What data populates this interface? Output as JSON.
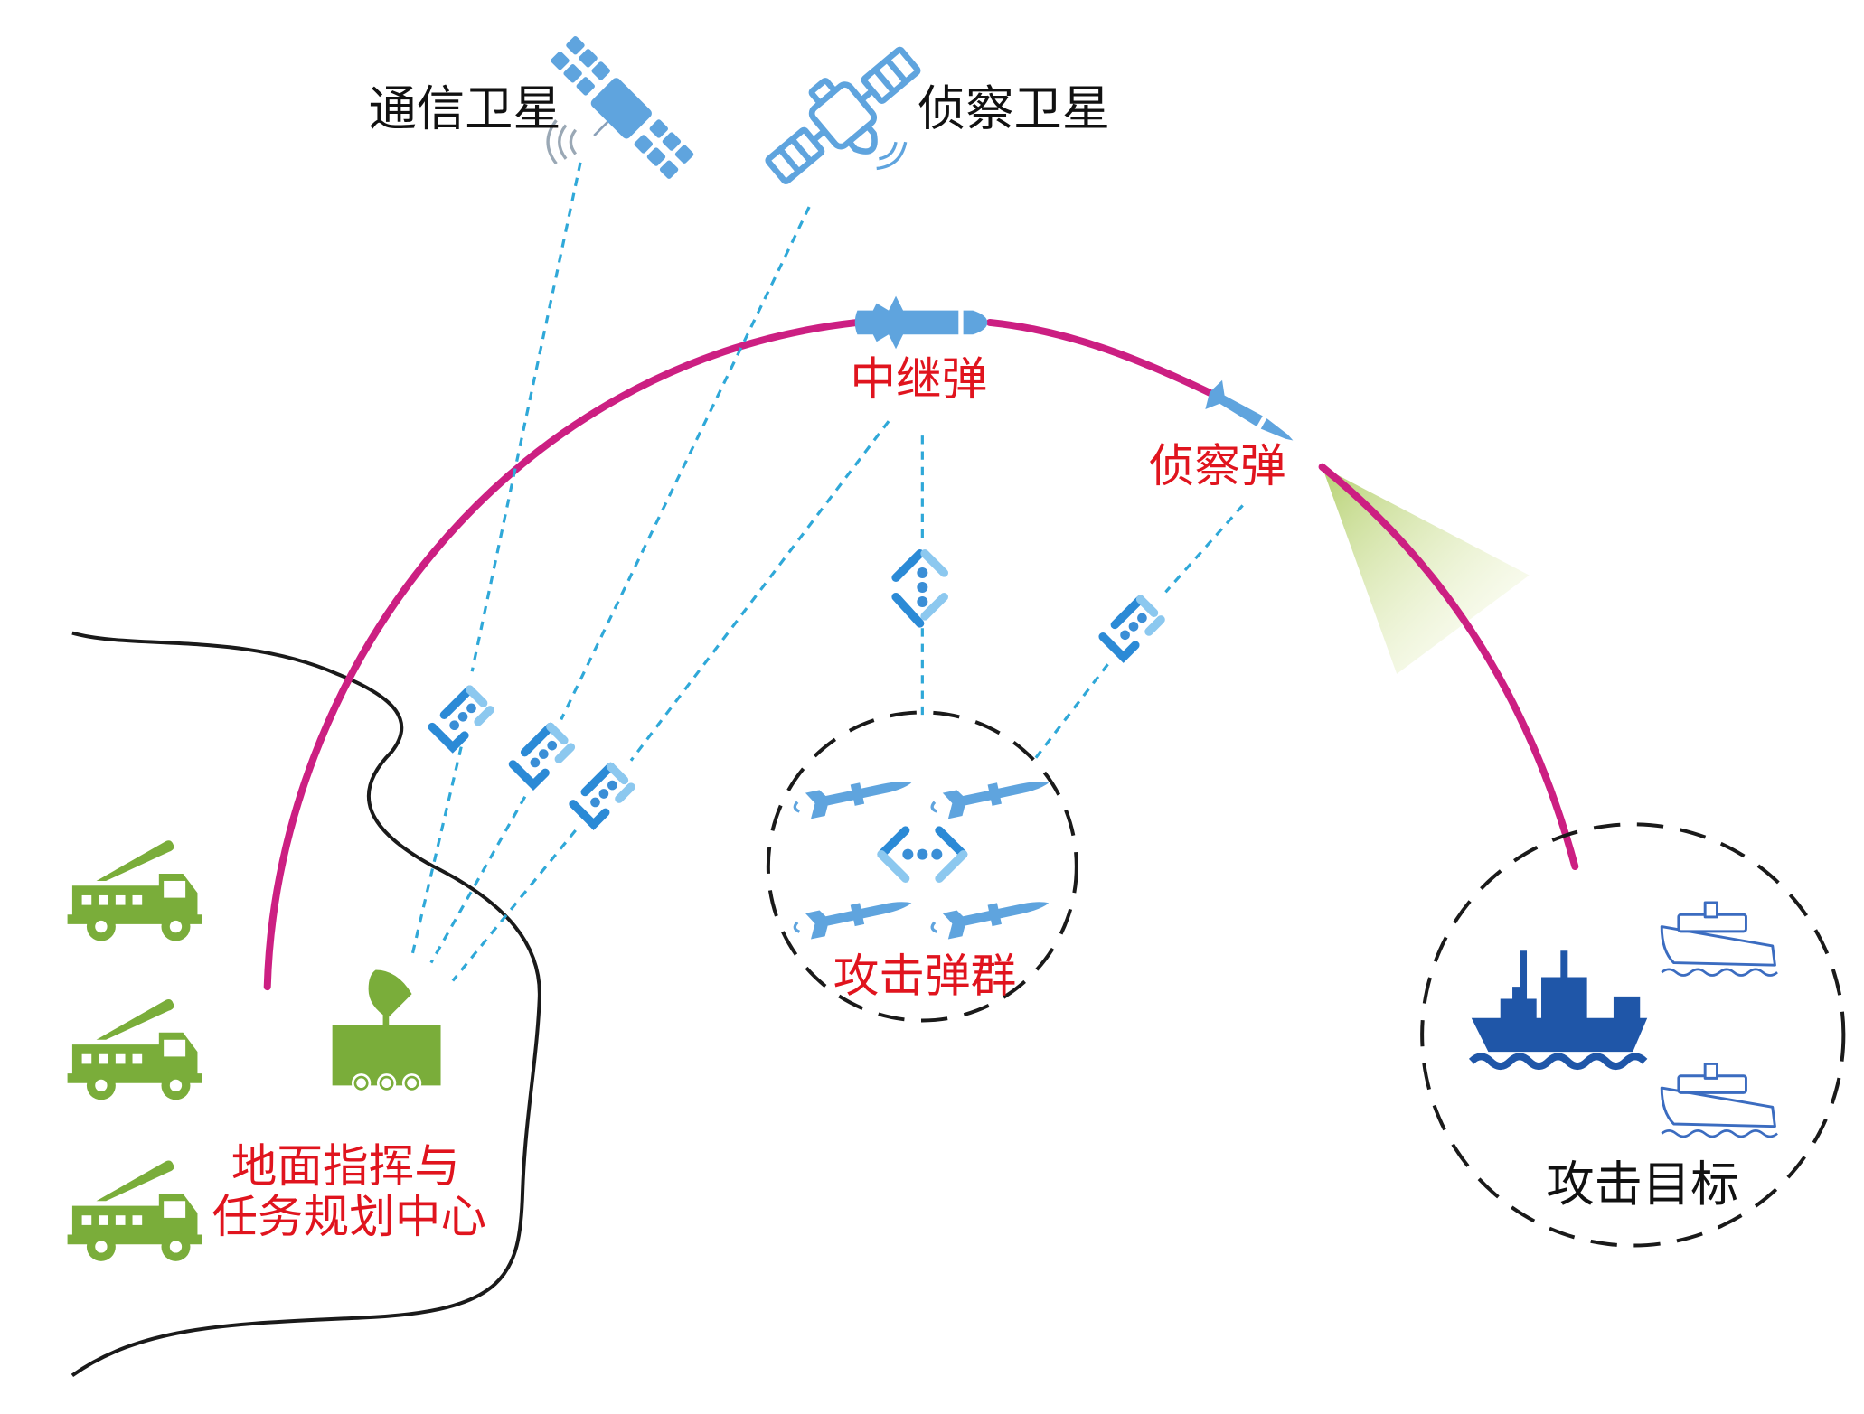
{
  "diagram": {
    "title": "",
    "labels": {
      "comm_satellite": "通信卫星",
      "recon_satellite": "侦察卫星",
      "relay_missile": "中继弹",
      "recon_missile": "侦察弹",
      "attack_swarm": "攻击弹群",
      "attack_target": "攻击目标",
      "ground_center_line1": "地面指挥与",
      "ground_center_line2": "任务规划中心"
    },
    "colors": {
      "label_black": "#111111",
      "label_red": "#e0141e",
      "trajectory": "#cc1f82",
      "datalink": "#2fa8d8",
      "icon_blue": "#5fa4de",
      "relay_node_dark": "#2b8ad6",
      "relay_node_light": "#8cc8ef",
      "ground_green": "#7aad3a",
      "target_ship": "#1f56a8",
      "sensor_cone": "#c7dc8a"
    },
    "nodes": [
      {
        "id": "comm_satellite",
        "icon": "satellite-icon",
        "label_key": "comm_satellite"
      },
      {
        "id": "recon_satellite",
        "icon": "satellite-outline-icon",
        "label_key": "recon_satellite"
      },
      {
        "id": "relay_missile",
        "icon": "cruise-missile-icon",
        "label_key": "relay_missile"
      },
      {
        "id": "recon_missile",
        "icon": "cruise-missile-icon",
        "label_key": "recon_missile"
      },
      {
        "id": "attack_swarm",
        "icon": "missile-swarm-icon",
        "count": 4,
        "label_key": "attack_swarm"
      },
      {
        "id": "attack_target",
        "icon": "ship-icon",
        "count": 3,
        "label_key": "attack_target"
      },
      {
        "id": "ground_center",
        "icon": "radar-vehicle-icon",
        "label_key": "ground_center_line1"
      },
      {
        "id": "launchers",
        "icon": "launcher-truck-icon",
        "count": 3
      }
    ],
    "links": [
      {
        "from": "comm_satellite",
        "to": "ground_center",
        "style": "dashed"
      },
      {
        "from": "recon_satellite",
        "to": "ground_center",
        "style": "dashed"
      },
      {
        "from": "relay_missile",
        "to": "ground_center",
        "style": "dashed"
      },
      {
        "from": "relay_missile",
        "to": "attack_swarm",
        "style": "dashed"
      },
      {
        "from": "recon_missile",
        "to": "attack_swarm",
        "style": "dashed"
      }
    ],
    "relay_node_count": 5
  }
}
